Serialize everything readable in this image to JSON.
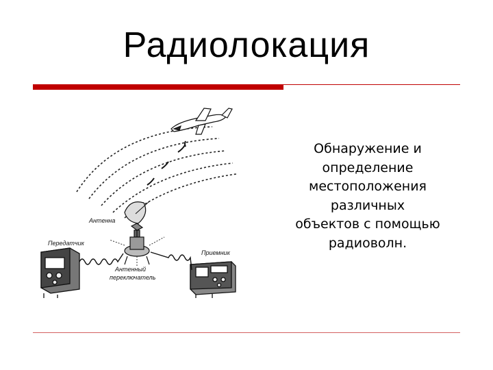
{
  "slide": {
    "title": "Радиолокация",
    "body_lines": [
      "Обнаружение и",
      "определение",
      "местоположения",
      "различных",
      "объектов с помощью",
      "радиоволн."
    ],
    "accent_color": "#c00000"
  },
  "diagram": {
    "labels": {
      "antenna": "Антенна",
      "transmitter": "Передатчик",
      "receiver": "Приемник",
      "switch_line1": "Антенный",
      "switch_line2": "переключатель"
    }
  }
}
